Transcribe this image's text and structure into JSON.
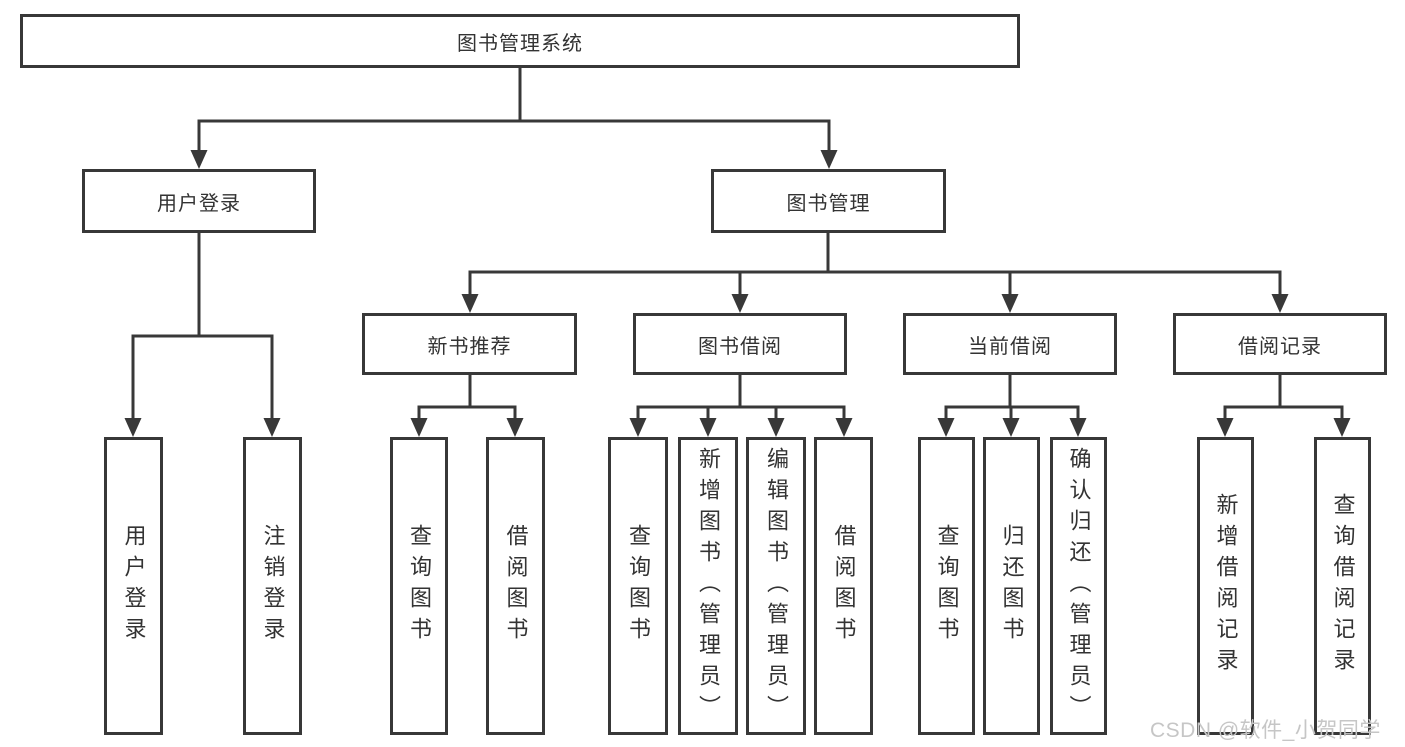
{
  "watermark": "CSDN @软件_小贺同学",
  "colors": {
    "line": "#383838",
    "text": "#333333",
    "watermark": "#c6c6c6",
    "background": "#ffffff"
  },
  "tree": {
    "label": "图书管理系统",
    "children": [
      {
        "label": "用户登录",
        "children": [
          {
            "label": "用户登录"
          },
          {
            "label": "注销登录"
          }
        ]
      },
      {
        "label": "图书管理",
        "children": [
          {
            "label": "新书推荐",
            "children": [
              {
                "label": "查询图书"
              },
              {
                "label": "借阅图书"
              }
            ]
          },
          {
            "label": "图书借阅",
            "children": [
              {
                "label": "查询图书"
              },
              {
                "label": "新增图书（管理员）"
              },
              {
                "label": "编辑图书（管理员）"
              },
              {
                "label": "借阅图书"
              }
            ]
          },
          {
            "label": "当前借阅",
            "children": [
              {
                "label": "查询图书"
              },
              {
                "label": "归还图书"
              },
              {
                "label": "确认归还（管理员）"
              }
            ]
          },
          {
            "label": "借阅记录",
            "children": [
              {
                "label": "新增借阅记录"
              },
              {
                "label": "查询借阅记录"
              }
            ]
          }
        ]
      }
    ]
  }
}
